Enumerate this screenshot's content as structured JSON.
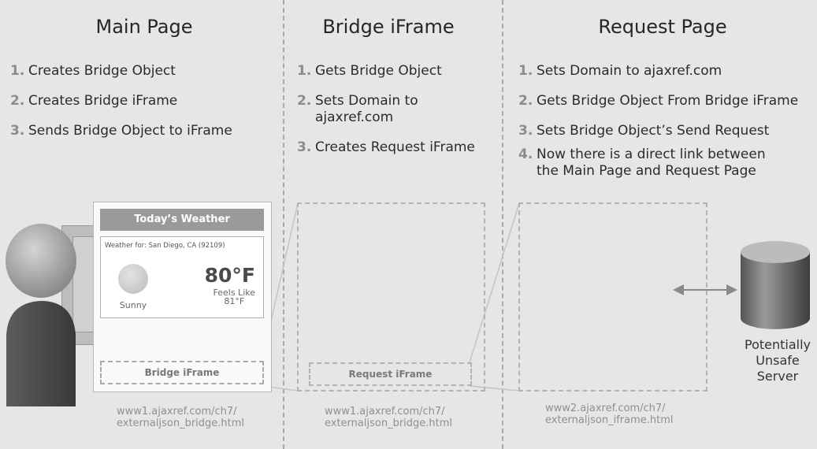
{
  "columns": [
    {
      "title": "Main Page",
      "steps": [
        {
          "num": "1.",
          "text": "Creates Bridge Object"
        },
        {
          "num": "2.",
          "text": "Creates Bridge iFrame"
        },
        {
          "num": "3.",
          "text": "Sends Bridge Object to iFrame"
        }
      ],
      "url_line1": "www1.ajaxref.com/ch7/",
      "url_line2": "externaljson_bridge.html"
    },
    {
      "title": "Bridge iFrame",
      "steps": [
        {
          "num": "1.",
          "text": "Gets Bridge Object"
        },
        {
          "num": "2.",
          "text": "Sets Domain to ajaxref.com"
        },
        {
          "num": "3.",
          "text": "Creates Request iFrame"
        }
      ],
      "url_line1": "www1.ajaxref.com/ch7/",
      "url_line2": "externaljson_bridge.html"
    },
    {
      "title": "Request Page",
      "steps": [
        {
          "num": "1.",
          "text": "Sets Domain to ajaxref.com"
        },
        {
          "num": "2.",
          "text": "Gets Bridge Object From Bridge iFrame"
        },
        {
          "num": "3.",
          "text": "Sets Bridge Object’s Send Request"
        },
        {
          "num": "4.",
          "text": "Now there is a direct link between the Main Page and Request Page"
        }
      ],
      "url_line1": "www2.ajaxref.com/ch7/",
      "url_line2": "externaljson_iframe.html"
    }
  ],
  "weather_widget": {
    "header": "Today’s Weather",
    "location": "Weather for: San Diego, CA (92109)",
    "condition": "Sunny",
    "temperature": "80°F",
    "feels_like_label": "Feels Like",
    "feels_like_value": "81°F"
  },
  "bridge_iframe_label": "Bridge iFrame",
  "request_iframe_label": "Request iFrame",
  "server_label_lines": [
    "Potentially",
    "Unsafe",
    "Server"
  ],
  "icons": [
    "user-icon",
    "sun-icon",
    "database-server-icon",
    "double-arrow-icon"
  ],
  "colors": {
    "background": "#e6e6e6",
    "text": "#2b2b2b",
    "step_number": "#8c8c8c",
    "url": "#8f8f8f",
    "dashed": "#b3b3b3"
  }
}
